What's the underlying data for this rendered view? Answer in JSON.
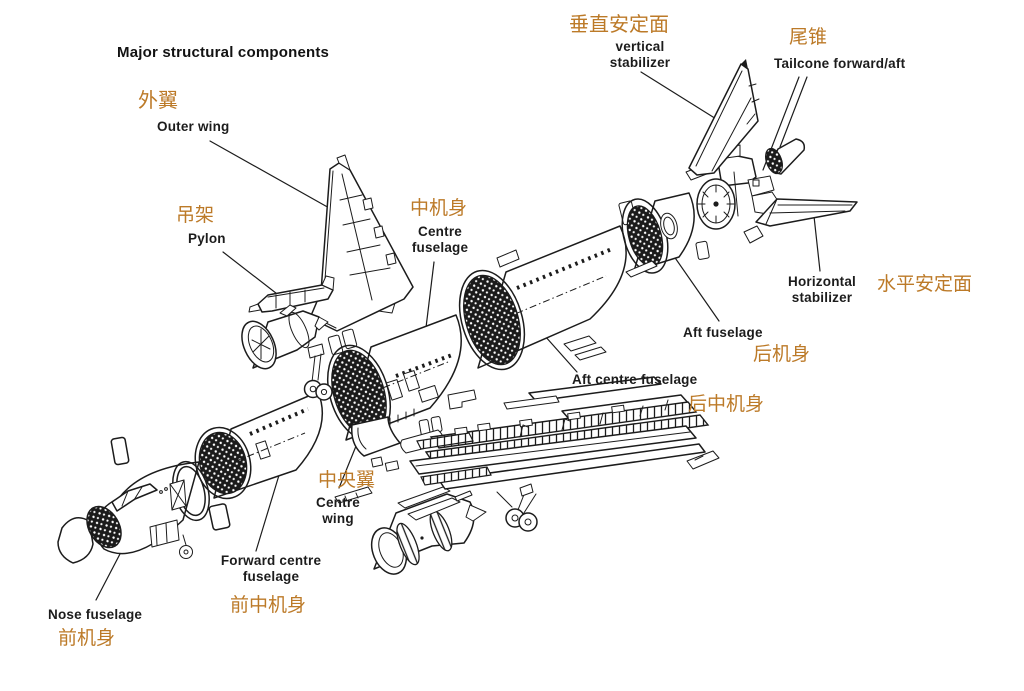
{
  "title": "Major structural components",
  "colors": {
    "ink": "#1c1c1c",
    "annotation": "#bc7a28",
    "background": "#ffffff"
  },
  "labels": {
    "outer_wing": {
      "cn": "外翼",
      "en": "Outer wing"
    },
    "vertical_stabilizer": {
      "cn": "垂直安定面",
      "en_line1": "vertical",
      "en_line2": "stabilizer"
    },
    "tailcone": {
      "cn": "尾锥",
      "en": "Tailcone forward/aft"
    },
    "pylon": {
      "cn": "吊架",
      "en": "Pylon"
    },
    "centre_fuselage": {
      "cn": "中机身",
      "en_line1": "Centre",
      "en_line2": "fuselage"
    },
    "horizontal_stabilizer": {
      "cn": "水平安定面",
      "en_line1": "Horizontal",
      "en_line2": "stabilizer"
    },
    "aft_fuselage": {
      "cn": "后机身",
      "en": "Aft fuselage"
    },
    "aft_centre_fuselage": {
      "cn": "后中机身",
      "en": "Aft centre fuselage"
    },
    "centre_wing": {
      "cn": "中央翼",
      "en_line1": "Centre",
      "en_line2": "wing"
    },
    "forward_centre_fuselage": {
      "cn": "前中机身",
      "en_line1": "Forward centre",
      "en_line2": "fuselage"
    },
    "nose_fuselage": {
      "cn": "前机身",
      "en": "Nose fuselage"
    }
  }
}
